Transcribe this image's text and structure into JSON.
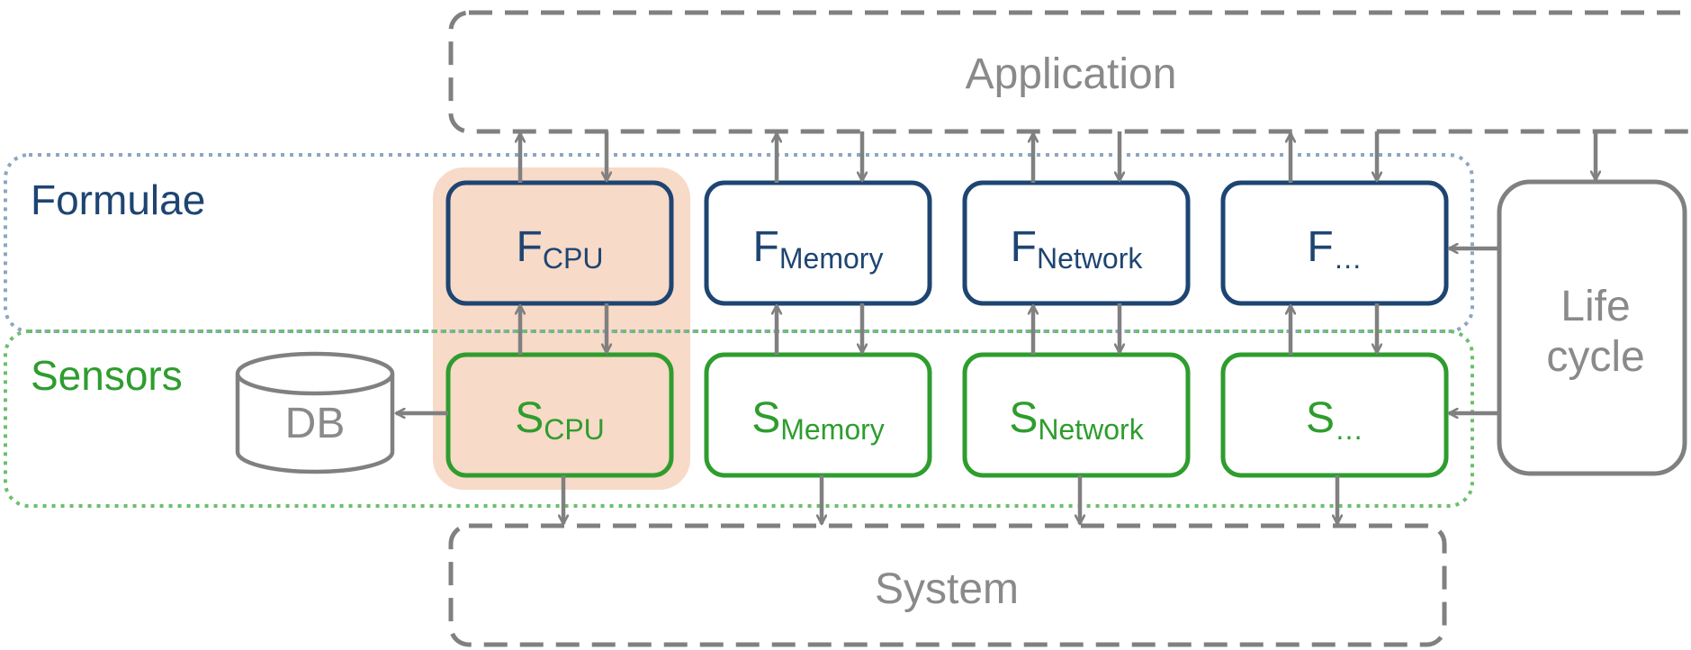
{
  "colors": {
    "formulae": "#1e4572",
    "sensors": "#2e9d2e",
    "gray": "#808080",
    "text_gray": "#8a8a8a",
    "highlight": "#f8dac8",
    "formulae_dotted": "#8ea6c0",
    "sensors_dotted": "#6cbf6c"
  },
  "application": {
    "label": "Application"
  },
  "system": {
    "label": "System"
  },
  "lifecycle": {
    "line1": "Life",
    "line2": "cycle"
  },
  "db": {
    "label": "DB"
  },
  "groups": {
    "formulae": "Formulae",
    "sensors": "Sensors"
  },
  "formulae": [
    {
      "main": "F",
      "sub": "CPU"
    },
    {
      "main": "F",
      "sub": "Memory"
    },
    {
      "main": "F",
      "sub": "Network"
    },
    {
      "main": "F",
      "sub": "…"
    }
  ],
  "sensors": [
    {
      "main": "S",
      "sub": "CPU"
    },
    {
      "main": "S",
      "sub": "Memory"
    },
    {
      "main": "S",
      "sub": "Network"
    },
    {
      "main": "S",
      "sub": "…"
    }
  ],
  "highlighted_column": "CPU"
}
